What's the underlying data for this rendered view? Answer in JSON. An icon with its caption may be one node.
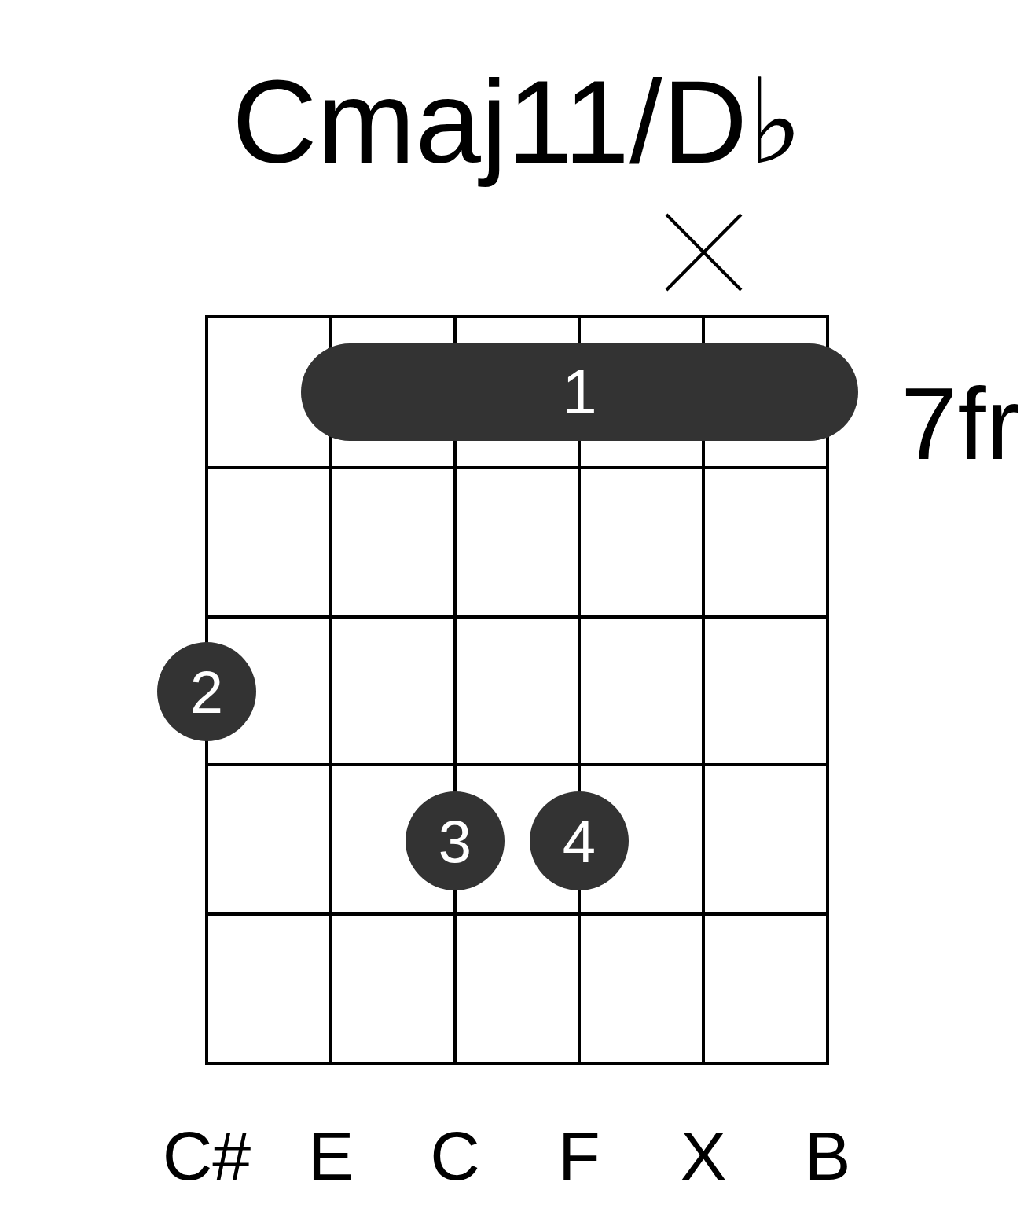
{
  "diagram": {
    "title": "Cmaj11/D♭",
    "nodes": [
      {
        "text": [
          "1"
        ]
      },
      {
        "text": [
          "2"
        ]
      },
      {
        "text": [
          "3"
        ]
      },
      {
        "text": [
          "4"
        ]
      }
    ],
    "labels": [
      "7fr",
      "C#",
      "E",
      "C",
      "F",
      "X",
      "B"
    ]
  }
}
